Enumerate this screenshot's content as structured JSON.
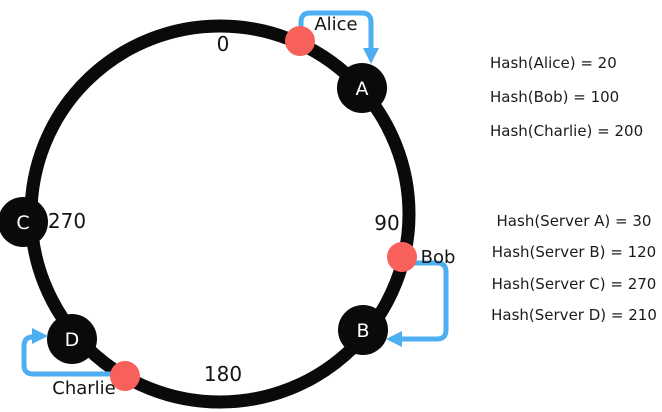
{
  "colors": {
    "ring": "#0a0a0a",
    "server_node": "#0a0a0a",
    "client_dot": "#F8605C",
    "arrow": "#4DAEF2",
    "text": "#1b1b1b"
  },
  "ring": {
    "degree_labels": [
      "0",
      "90",
      "180",
      "270"
    ],
    "servers": [
      {
        "label": "A"
      },
      {
        "label": "B"
      },
      {
        "label": "C"
      },
      {
        "label": "D"
      }
    ],
    "clients": [
      {
        "name": "Alice"
      },
      {
        "name": "Bob"
      },
      {
        "name": "Charlie"
      }
    ]
  },
  "hash_values": {
    "clients": [
      {
        "line": "Hash(Alice) = 20"
      },
      {
        "line": "Hash(Bob) = 100"
      },
      {
        "line": "Hash(Charlie) = 200"
      }
    ],
    "servers": [
      {
        "line": "Hash(Server A) = 30"
      },
      {
        "line": "Hash(Server B) = 120"
      },
      {
        "line": "Hash(Server C) = 270"
      },
      {
        "line": "Hash(Server D) = 210"
      }
    ]
  }
}
